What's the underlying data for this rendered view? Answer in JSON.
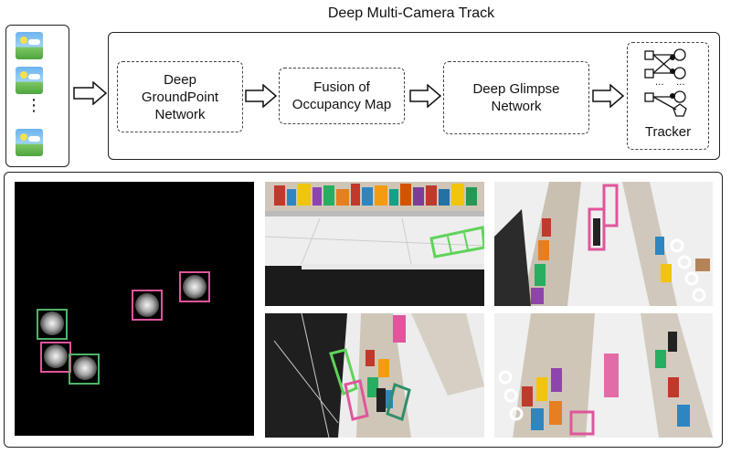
{
  "title": "Deep Multi-Camera Track",
  "stages": [
    {
      "label": "Deep\nGroundPoint\nNetwork"
    },
    {
      "label": "Fusion of\nOccupancy Map"
    },
    {
      "label": "Deep Glimpse\nNetwork"
    },
    {
      "label": "Tracker"
    }
  ],
  "input_ellipsis": "⋮",
  "icons": [
    "camera-image-icon",
    "right-arrow-icon",
    "graph-node-icon"
  ],
  "colors": {
    "detection_pink": "#e0559b",
    "detection_green": "#4fb36a",
    "detection_teal": "#2f8f6a",
    "heatmap_bg": "#000000"
  }
}
